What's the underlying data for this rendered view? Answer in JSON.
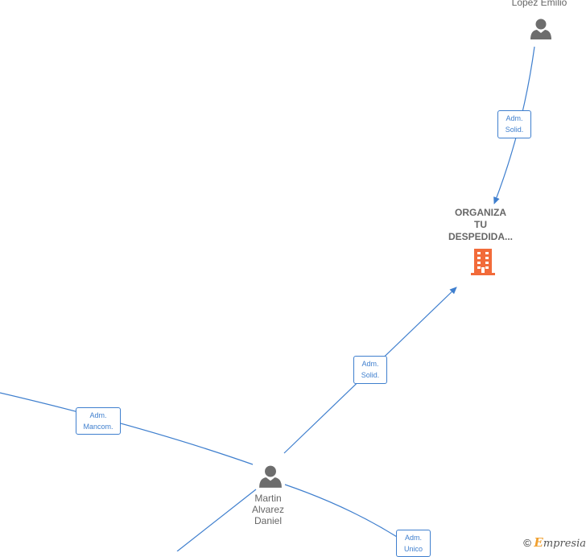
{
  "people": {
    "lopez": {
      "label": "Lopez Emilio"
    },
    "martin": {
      "label_lines": [
        "Martin",
        "Alvarez",
        "Daniel"
      ]
    }
  },
  "company": {
    "label_lines": [
      "ORGANIZA",
      "TU",
      "DESPEDIDA..."
    ]
  },
  "edges": {
    "lopez_to_company": [
      "Adm.",
      "Solid."
    ],
    "martin_to_company": [
      "Adm.",
      "Solid."
    ],
    "martin_to_left": [
      "Adm.",
      "Mancom."
    ],
    "martin_to_right": [
      "Adm.",
      "Unico"
    ]
  },
  "credit": {
    "symbol": "©",
    "brand_initial": "E",
    "brand_rest": "mpresia"
  },
  "colors": {
    "edge": "#3f7fce",
    "person_icon": "#6d6d6d",
    "company_icon": "#f26b3a"
  }
}
